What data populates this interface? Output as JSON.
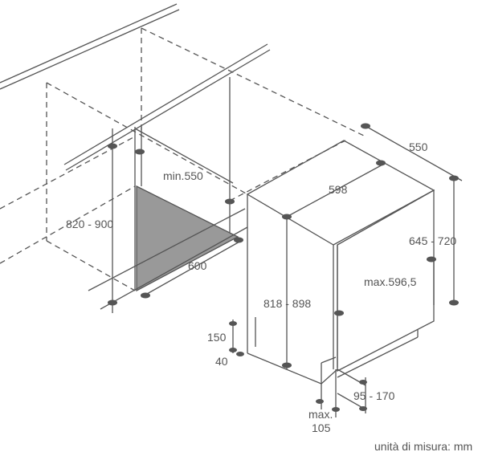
{
  "diagram": {
    "dimensions": {
      "niche_height": "820 - 900",
      "niche_depth": "min.550",
      "niche_width": "600",
      "appliance_width": "598",
      "appliance_depth": "550",
      "appliance_height": "818 - 898",
      "total_height": "645 - 720",
      "door_height": "max.596,5",
      "plinth_150": "150",
      "plinth_40": "40",
      "plinth_range": "95 - 170",
      "max_label": "max.",
      "max_value": "105"
    },
    "unit_note": "unità di misura: mm",
    "colors": {
      "line": "#555555",
      "fill": "#999999",
      "dot": "#555555"
    }
  }
}
